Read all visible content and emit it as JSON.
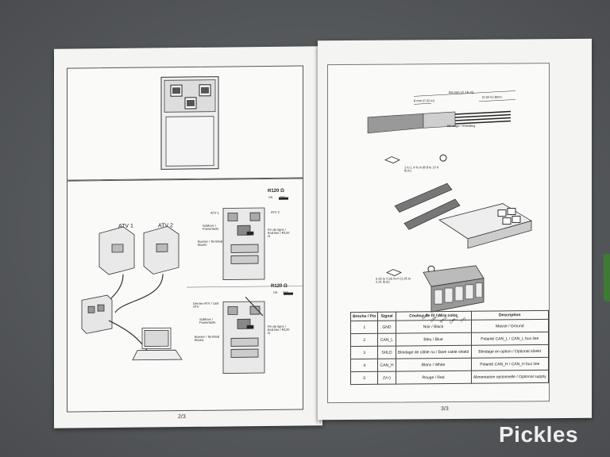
{
  "left_page": {
    "page_number": "2/3",
    "atv1_label": "ATV 1",
    "atv2_label": "ATV 2",
    "diagram1": {
      "title": "R120 Ω",
      "switch_on": "ON",
      "switch_off": "OFF",
      "atv1": "ATV 1",
      "atv2": "ATV 2",
      "somove": "SoMove / PowerSuite",
      "bornier": "Bornier / Terminal blocks",
      "fin_de_ligne": "Fin de ligne / End line / R120 Ω"
    },
    "diagram2": {
      "title": "R120 Ω",
      "switch_on": "ON",
      "switch_off": "OFF",
      "dernier": "Dernier ATV / Last ATV",
      "somove": "SoMove / PowerSuite",
      "bornier": "Bornier / Terminal blocks",
      "fin_de_ligne": "Fin de ligne / End line / R120 Ω"
    }
  },
  "right_page": {
    "page_number": "3/3",
    "cable": {
      "total": "54 mm (2.16 in)",
      "left": "8 mm (0.32 in)",
      "right": "(0.32 in) 8mm",
      "shield": "Blindage / Shielding"
    },
    "torque1": "1 to 1.4 N.m (8.8 to 12.4 lb.in)",
    "torque2": "0.22 to 0.25 N.m (1.95 to 2.21 lb.in)",
    "terminals": [
      "GND",
      "CAN_L",
      "SHLD",
      "CAN_H",
      "(V+)"
    ],
    "table": {
      "headers": [
        "Broche / Pin",
        "Signal",
        "Couleur de fil / Wire color",
        "Description"
      ],
      "rows": [
        [
          "1",
          "GND",
          "Noir / Black",
          "Masse / Ground"
        ],
        [
          "2",
          "CAN_L",
          "Bleu / Blue",
          "Polarité CAN_L / CAN_L bus line"
        ],
        [
          "3",
          "SHLD",
          "Blindage de câble nu / Bare cable shield",
          "Blindage en option / Optional shield"
        ],
        [
          "4",
          "CAN_H",
          "Blanc / White",
          "Polarité CAN_H / CAN_H bus line"
        ],
        [
          "5",
          "(V+)",
          "Rouge / Red",
          "Alimentation optionnelle / Optional supply"
        ]
      ]
    }
  },
  "watermark": "Pickles"
}
